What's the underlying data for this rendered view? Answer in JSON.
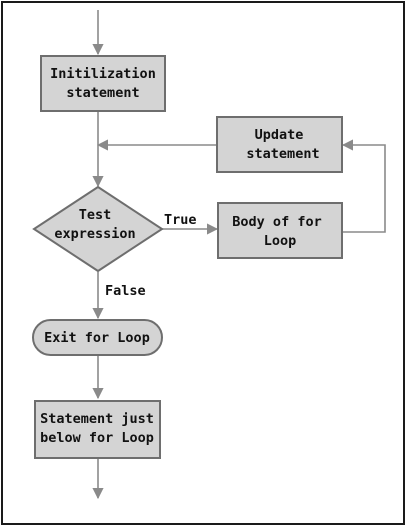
{
  "nodes": {
    "init": {
      "lines": [
        "Initilization",
        "statement"
      ]
    },
    "update": {
      "lines": [
        "Update",
        "statement"
      ]
    },
    "test": {
      "lines": [
        "Test",
        "expression"
      ]
    },
    "body": {
      "lines": [
        "Body of for",
        "Loop"
      ]
    },
    "exit": {
      "lines": [
        "Exit for Loop"
      ]
    },
    "after": {
      "lines": [
        "Statement just",
        "below for Loop"
      ]
    }
  },
  "edges": {
    "true_label": "True",
    "false_label": "False"
  },
  "colors": {
    "node_fill": "#d4d4d4",
    "node_stroke": "#6e6e6e",
    "connector": "#8a8a8a",
    "frame": "#1a1a1a"
  }
}
